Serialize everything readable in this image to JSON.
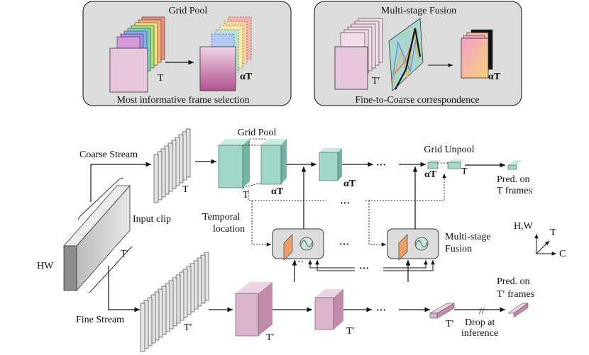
{
  "panels": {
    "grid_pool": {
      "title": "Grid Pool",
      "caption": "Most informative frame selection",
      "input_label": "T",
      "output_label": "αT"
    },
    "multi_stage_fusion": {
      "title": "Multi-stage Fusion",
      "caption": "Fine-to-Coarse correspondence",
      "input_label": "T′",
      "output_label": "αT"
    }
  },
  "main": {
    "input_clip": "Input clip",
    "hw": "HW",
    "t_prime_clip": "T′",
    "coarse_stream": "Coarse Stream",
    "fine_stream": "Fine Stream",
    "coarse_frames_label": "T",
    "fine_frames_label": "T′",
    "grid_pool_label": "Grid Pool",
    "grid_pool_in": "T",
    "grid_pool_out": "αT",
    "coarse_block_label": "αT",
    "grid_unpool_label": "Grid Unpool",
    "unpool_in": "αT",
    "unpool_out": "T",
    "pred_t": "Pred. on\nT frames",
    "temporal_location": "Temporal\nlocation",
    "multi_stage_fusion": "Multi-stage\nFusion",
    "fine_block1_label": "T′",
    "fine_block2_label": "T′",
    "fine_out_label": "T′",
    "drop_at_inference": "Drop at\ninference",
    "pred_t_prime": "Pred. on\nT′ frames",
    "ellipsis": "···",
    "axes": {
      "hw": "H,W",
      "t": "T",
      "c": "C"
    }
  }
}
